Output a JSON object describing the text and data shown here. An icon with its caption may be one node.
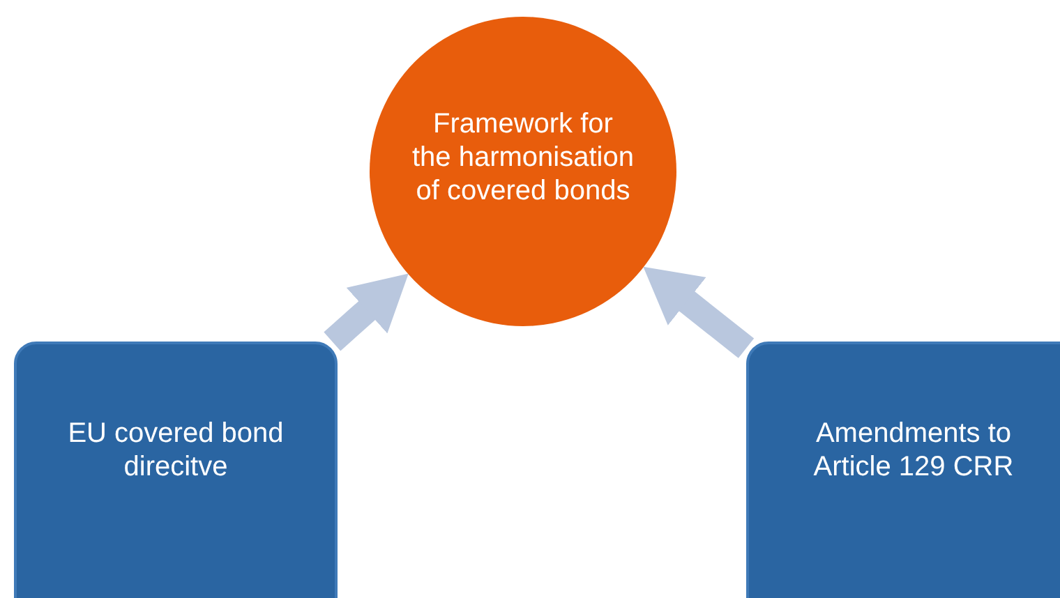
{
  "diagram": {
    "nodes": [
      {
        "text": [
          "Framework for the harmonisation of covered bonds"
        ]
      },
      {
        "text": [
          "EU covered bond direcitve"
        ]
      },
      {
        "text": [
          "Amendments to Article 129 CRR"
        ]
      }
    ],
    "edges": [
      {
        "from": 1,
        "to": 0,
        "arrow": "to"
      },
      {
        "from": 2,
        "to": 0,
        "arrow": "to"
      }
    ]
  }
}
